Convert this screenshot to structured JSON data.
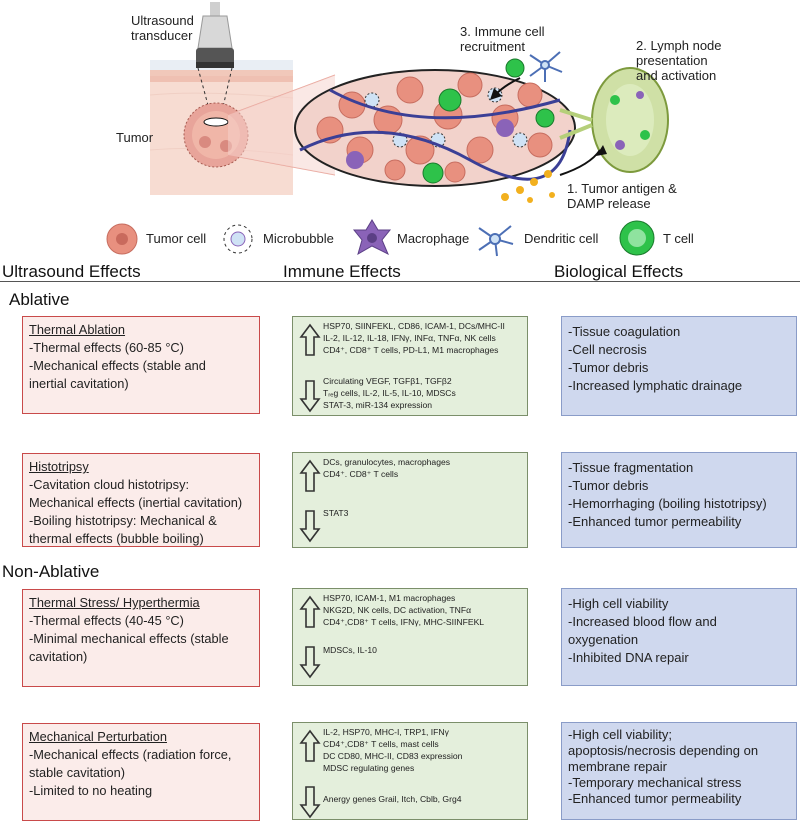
{
  "figure": {
    "labels": {
      "transducer": "Ultrasound\ntransducer",
      "tumor": "Tumor",
      "recruitment": "3. Immune cell\nrecruitment",
      "lymph": "2. Lymph node\npresentation\nand activation",
      "antigen": "1. Tumor antigen &\nDAMP release"
    }
  },
  "legend": [
    {
      "label": "Tumor cell",
      "icon": "tumor-cell-icon"
    },
    {
      "label": "Microbubble",
      "icon": "microbubble-icon"
    },
    {
      "label": "Macrophage",
      "icon": "macrophage-icon"
    },
    {
      "label": "Dendritic cell",
      "icon": "dendritic-cell-icon"
    },
    {
      "label": "T cell",
      "icon": "t-cell-icon"
    }
  ],
  "columns": [
    "Ultrasound Effects",
    "Immune Effects",
    "Biological Effects"
  ],
  "sections": [
    "Ablative",
    "Non-Ablative"
  ],
  "rows": [
    {
      "us_title": "Thermal Ablation",
      "us_lines": [
        "-Thermal effects (60-85 °C)",
        "-Mechanical effects (stable and",
        "inertial cavitation)"
      ],
      "up": [
        "HSP70, SIINFEKL, CD86, ICAM-1, DCs/MHC-II",
        "IL-2, IL-12, IL-18, IFNγ, INFα, TNFα, NK cells",
        "CD4⁺, CD8⁺ T cells, PD-L1, M1 macrophages"
      ],
      "down": [
        "Circulating VEGF, TGFβ1, TGFβ2",
        "Tᵣₑg cells, IL-2, IL-5, IL-10, MDSCs",
        "STAT-3,  miR-134 expression"
      ],
      "bio": [
        "-Tissue coagulation",
        "-Cell necrosis",
        "-Tumor debris",
        "-Increased lymphatic drainage"
      ]
    },
    {
      "us_title": "Histotripsy",
      "us_lines": [
        "-Cavitation cloud histotripsy:",
        "Mechanical effects (inertial cavitation)",
        "-Boiling histotripsy: Mechanical &",
        "thermal effects (bubble boiling)"
      ],
      "up": [
        "DCs, granulocytes, macrophages",
        "CD4⁺. CD8⁺ T cells"
      ],
      "down": [
        "STAT3"
      ],
      "bio": [
        "-Tissue fragmentation",
        "-Tumor debris",
        "-Hemorrhaging (boiling histotripsy)",
        "-Enhanced tumor permeability"
      ]
    },
    {
      "us_title": "Thermal Stress/ Hyperthermia",
      "us_lines": [
        " -Thermal effects (40-45 °C)",
        " -Minimal mechanical effects (stable",
        "cavitation)"
      ],
      "up": [
        "HSP70, ICAM-1, M1 macrophages",
        "NKG2D, NK cells, DC activation, TNFα",
        "CD4⁺,CD8⁺ T cells, IFNγ, MHC-SIINFEKL"
      ],
      "down": [
        "MDSCs, IL-10"
      ],
      "bio": [
        "-High cell viability",
        "-Increased blood flow and",
        "oxygenation",
        "-Inhibited DNA repair"
      ]
    },
    {
      "us_title": "Mechanical Perturbation",
      "us_lines": [
        "-Mechanical effects (radiation force,",
        "stable cavitation)",
        "-Limited to no heating"
      ],
      "up": [
        "IL-2, HSP70, MHC-I, TRP1, IFNγ",
        "CD4⁺,CD8⁺ T cells, mast cells",
        "DC CD80, MHC-II, CD83 expression",
        "MDSC regulating genes"
      ],
      "down": [
        "Anergy genes Grail, Itch, Cblb, Grg4"
      ],
      "bio": [
        "-High cell viability;",
        "apoptosis/necrosis depending on",
        "membrane repair",
        "-Temporary mechanical stress",
        "-Enhanced tumor permeability"
      ]
    }
  ]
}
